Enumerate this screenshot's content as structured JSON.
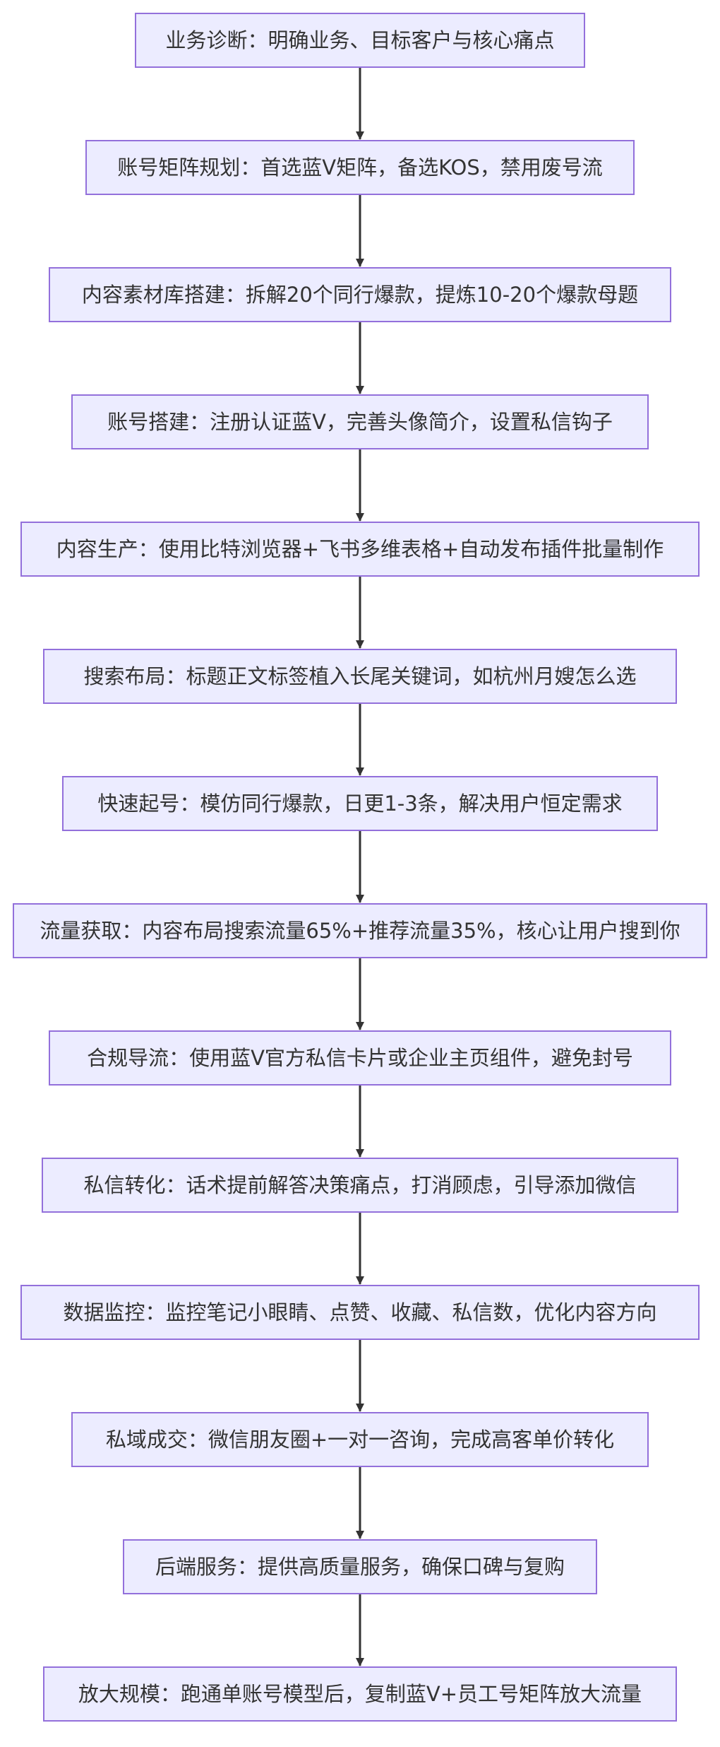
{
  "diagram": {
    "type": "flowchart",
    "direction": "top-to-bottom",
    "colors": {
      "node_fill": "#ececff",
      "node_border": "#9370db",
      "text": "#333333",
      "edge": "#333333"
    },
    "nodes": [
      {
        "label": "业务诊断：明确业务、目标客户与核心痛点"
      },
      {
        "label": "账号矩阵规划：首选蓝V矩阵，备选KOS，禁用废号流"
      },
      {
        "label": "内容素材库搭建：拆解20个同行爆款，提炼10-20个爆款母题"
      },
      {
        "label": "账号搭建：注册认证蓝V，完善头像简介，设置私信钩子"
      },
      {
        "label": "内容生产：使用比特浏览器+飞书多维表格+自动发布插件批量制作"
      },
      {
        "label": "搜索布局：标题正文标签植入长尾关键词，如杭州月嫂怎么选"
      },
      {
        "label": "快速起号：模仿同行爆款，日更1-3条，解决用户恒定需求"
      },
      {
        "label": "流量获取：内容布局搜索流量65%+推荐流量35%，核心让用户搜到你"
      },
      {
        "label": "合规导流：使用蓝V官方私信卡片或企业主页组件，避免封号"
      },
      {
        "label": "私信转化：话术提前解答决策痛点，打消顾虑，引导添加微信"
      },
      {
        "label": "数据监控：监控笔记小眼睛、点赞、收藏、私信数，优化内容方向"
      },
      {
        "label": "私域成交：微信朋友圈+一对一咨询，完成高客单价转化"
      },
      {
        "label": "后端服务：提供高质量服务，确保口碑与复购"
      },
      {
        "label": "放大规模：跑通单账号模型后，复制蓝V+员工号矩阵放大流量"
      }
    ]
  }
}
